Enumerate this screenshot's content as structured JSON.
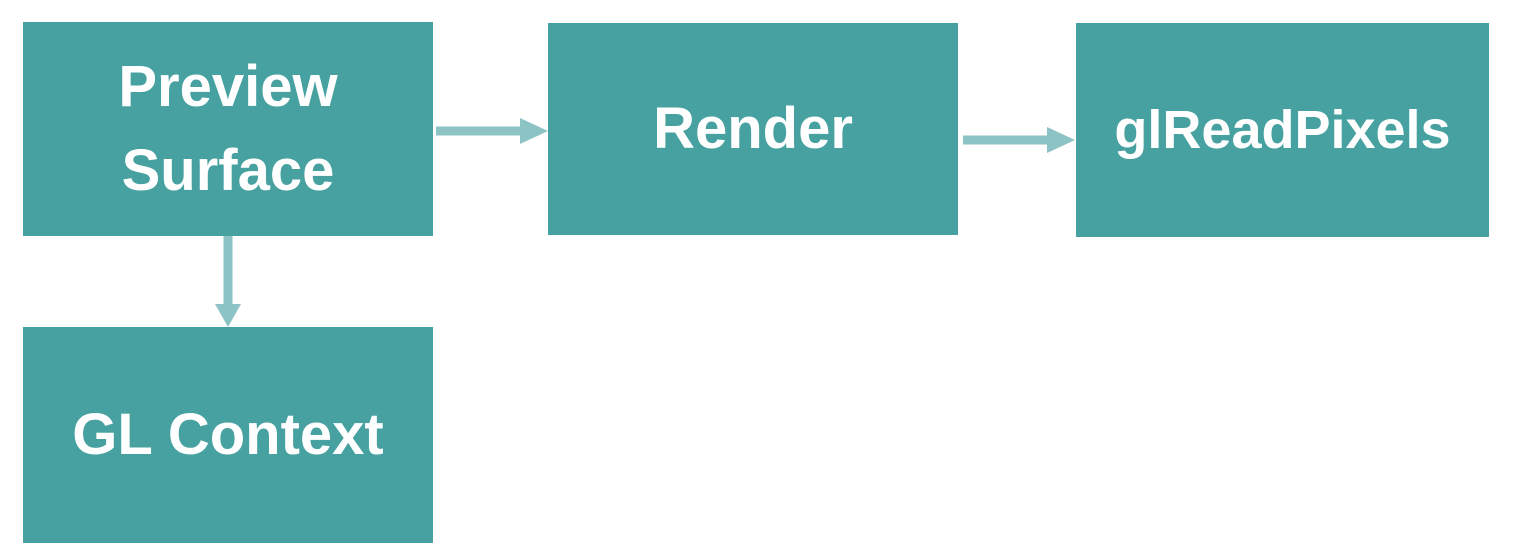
{
  "diagram": {
    "type": "flowchart",
    "colors": {
      "box": "#46a1a0",
      "arrow": "#8cc3c4",
      "text": "#ffffff",
      "background": "#ffffff"
    },
    "nodes": [
      {
        "id": "preview-surface",
        "label": "Preview Surface"
      },
      {
        "id": "render",
        "label": "Render"
      },
      {
        "id": "glreadpixels",
        "label": "glReadPixels"
      },
      {
        "id": "gl-context",
        "label": "GL Context"
      }
    ],
    "edges": [
      {
        "from": "preview-surface",
        "to": "render",
        "direction": "right"
      },
      {
        "from": "render",
        "to": "glreadpixels",
        "direction": "right"
      },
      {
        "from": "preview-surface",
        "to": "gl-context",
        "direction": "down"
      }
    ]
  }
}
